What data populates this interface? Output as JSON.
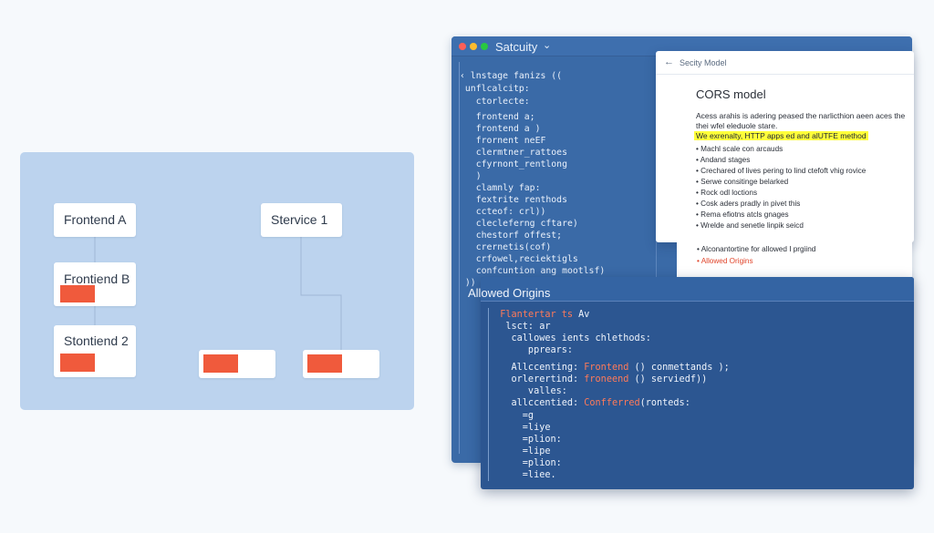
{
  "diagram": {
    "nodes": [
      {
        "key": "frontend_a",
        "label": "Frontend A",
        "has_marker": false
      },
      {
        "key": "frontend_b",
        "label": "Frontiend B",
        "has_marker": true
      },
      {
        "key": "frontend_2",
        "label": "Stontiend 2",
        "has_marker": true
      },
      {
        "key": "service_1",
        "label": "Stervice 1",
        "has_marker": false
      },
      {
        "key": "box_left",
        "label": "",
        "has_marker": true
      },
      {
        "key": "box_right",
        "label": "",
        "has_marker": true
      }
    ],
    "marker_color": "#f05a3c"
  },
  "editor": {
    "title": "Satcuity",
    "code_lines": [
      "‹ lnstage fanizs ((",
      " unflcalcitp:",
      "   ctorlecte:",
      "",
      "   frontend a;",
      "   frontend a )",
      "   frornent neEF",
      "   clermtner_rattoes",
      "   cfyrnont_rentlong",
      "   )",
      "   clamnly fap:",
      "   fextrite renthods",
      "   ccteof: crl))",
      "   clecleferng cftare)",
      "   chestorf offest;",
      "   crernetis(cof)",
      "   crfowel,reciektigls",
      "   confcuntion ang mootlsf)",
      " ))"
    ]
  },
  "security_model": {
    "header": "Secity Model",
    "title": "CORS model",
    "description": "Acess arahis is adering peased the narlicthion aeen aces the thei wfel eleduole stare.",
    "highlight": "We exrenalty, HTTP apps ed and alUTFE method",
    "bullets": [
      "Machl scale con arcauds",
      "Andand stages",
      "Crechared of lives pering to lind ctefoft vhig rovice",
      "Serwe consitinge belarked",
      "Rock odl loctions",
      "Cosk aders pradly in pivet this",
      "Rema efiotns atcls gnages",
      "Wrelde and senetle linpik seicd"
    ],
    "under_lines": [
      {
        "text": "Alconantortine for allowed I prgiind",
        "color": "#2a2f38"
      },
      {
        "text": "Allowed Origins",
        "color": "#e0452b"
      }
    ]
  },
  "allowed_origins": {
    "title": "Allowed Origins",
    "code_lines": [
      {
        "pre": "  ",
        "kw": "Flantertar ts",
        "post": " Av"
      },
      {
        "pre": "   lsct: ar",
        "kw": "",
        "post": ""
      },
      {
        "pre": "    callowes ients chlethods:",
        "kw": "",
        "post": ""
      },
      {
        "pre": "       pprears:",
        "kw": "",
        "post": ""
      },
      {
        "pre": "    Allccenting: ",
        "kw": "Frontend",
        "post": " () conmettands );"
      },
      {
        "pre": "    orlerertind: ",
        "kw": "froneend",
        "post": " () serviedf))"
      },
      {
        "pre": "       valles:",
        "kw": "",
        "post": ""
      },
      {
        "pre": "    allccentied: ",
        "kw": "Confferred",
        "post": "(ronteds:"
      },
      {
        "pre": "      =g",
        "kw": "",
        "post": ""
      },
      {
        "pre": "      =liye",
        "kw": "",
        "post": ""
      },
      {
        "pre": "      =plion:",
        "kw": "",
        "post": ""
      },
      {
        "pre": "      =lipe",
        "kw": "",
        "post": ""
      },
      {
        "pre": "      =plion:",
        "kw": "",
        "post": ""
      },
      {
        "pre": "      =liee.",
        "kw": "",
        "post": ""
      }
    ]
  }
}
